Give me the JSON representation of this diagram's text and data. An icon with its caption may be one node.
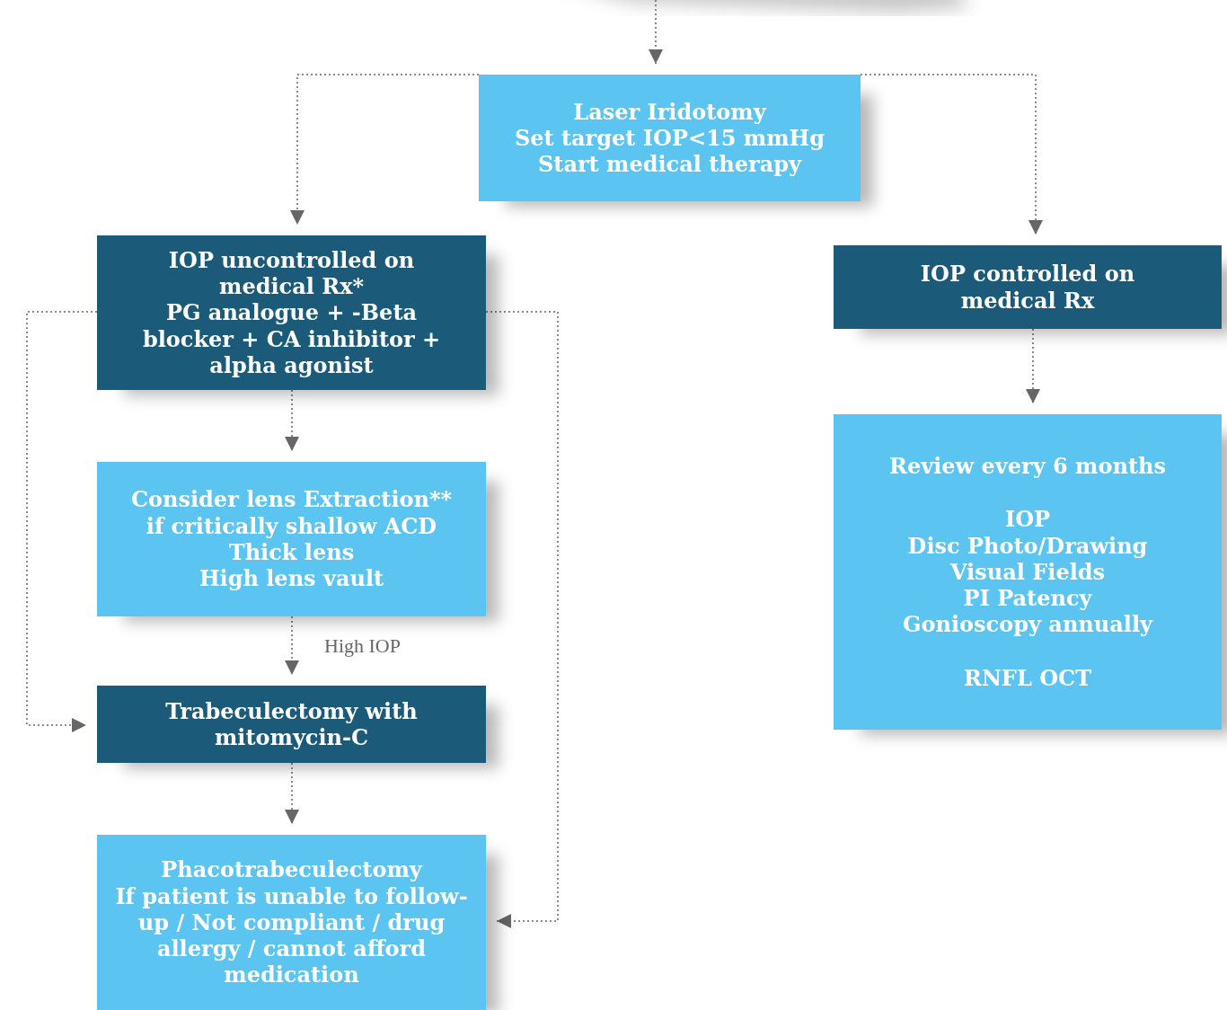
{
  "diagram": {
    "nodes": [
      {
        "text": [
          "Laser Iridotomy",
          "Set target IOP<15 mmHg",
          "Start medical therapy"
        ]
      },
      {
        "text": [
          "IOP uncontrolled on medical Rx*",
          "PG analogue + -Beta blocker + CA inhibitor + alpha agonist"
        ]
      },
      {
        "text": [
          "Consider lens Extraction** if critically shallow ACD",
          "Thick lens",
          "High lens vault"
        ]
      },
      {
        "text": [
          "Trabeculectomy with mitomycin-C"
        ]
      },
      {
        "text": [
          "Phacotrabeculectomy",
          "If patient is unable  to follow-up / Not compliant / drug allergy / cannot afford medication"
        ]
      },
      {
        "text": [
          "IOP controlled on medical Rx"
        ]
      },
      {
        "text": [
          "Review every 6 months",
          "IOP",
          "Disc Photo/Drawing",
          "Visual Fields",
          "PI Patency",
          "Gonioscopy annually",
          "RNFL OCT"
        ]
      }
    ],
    "edges": [
      {
        "from": null,
        "to": 0,
        "arrow": "to"
      },
      {
        "from": 0,
        "to": 1,
        "arrow": "to"
      },
      {
        "from": 0,
        "to": 5,
        "arrow": "to"
      },
      {
        "from": 1,
        "to": 2,
        "arrow": "to"
      },
      {
        "from": 2,
        "to": 3,
        "arrow": "to",
        "label": "High IOP"
      },
      {
        "from": 1,
        "to": 3,
        "arrow": "to"
      },
      {
        "from": 3,
        "to": 4,
        "arrow": "to"
      },
      {
        "from": 1,
        "to": 4,
        "arrow": "to"
      },
      {
        "from": 5,
        "to": 6,
        "arrow": "to"
      }
    ]
  }
}
